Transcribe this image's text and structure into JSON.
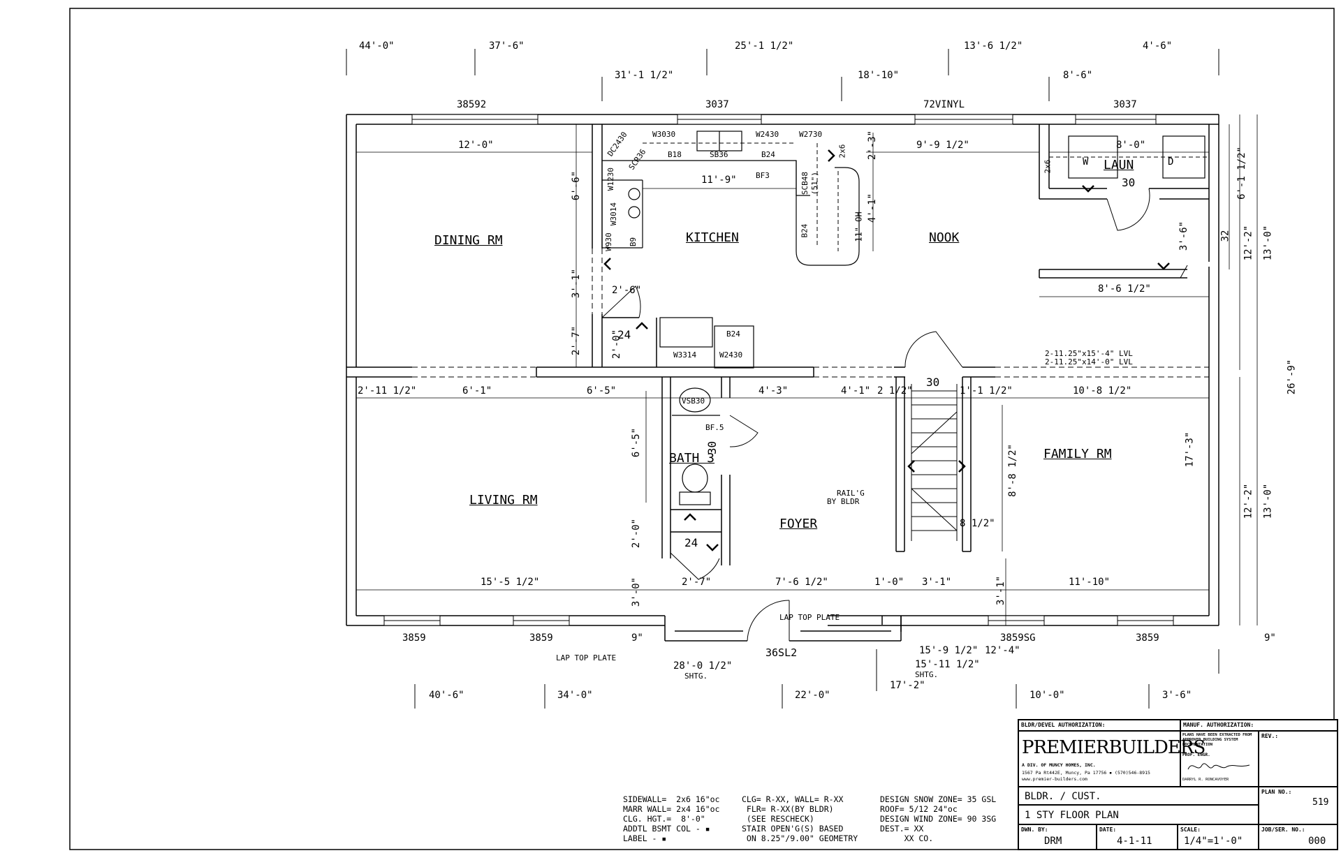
{
  "rooms": {
    "dining": "DINING RM",
    "kitchen": "KITCHEN",
    "nook": "NOOK",
    "laundry": "LAUN",
    "laundry_door": "30",
    "living": "LIVING RM",
    "bath": "BATH 3",
    "foyer": "FOYER",
    "family": "FAMILY RM"
  },
  "top_dims_row1": [
    "44'-0\"",
    "37'-6\"",
    "25'-1 1/2\"",
    "13'-6 1/2\"",
    "4'-6\""
  ],
  "top_dims_row2": [
    "31'-1 1/2\"",
    "18'-10\"",
    "8'-6\""
  ],
  "top_windows": [
    "38592",
    "3037",
    "72VINYL",
    "3037"
  ],
  "bottom_windows": [
    "3859",
    "3859",
    "3859SG",
    "3859"
  ],
  "bottom_dims": [
    "40'-6\"",
    "34'-0\"",
    "22'-0\"",
    "10'-0\"",
    "3'-6\"",
    "17'-2\""
  ],
  "interior_dims": {
    "dining_width": "12'-0\"",
    "dining_depth": "6'-6\"",
    "hall_a": "3'-1\"",
    "hall_b": "2'-7\"",
    "hall_c": "2'-0\"",
    "door_a": "2'-6\"",
    "closet_a": "24",
    "kitchen_width": "11'-9\"",
    "nook_a": "2'-3\"",
    "nook_b": "4'-1\"",
    "nook_width": "9'-9 1/2\"",
    "laun_width": "8'-0\"",
    "laun_depth": "6'-1 1/2\"",
    "laun_door": "3'-6\"",
    "laun_door_b": "32",
    "hall_width": "8'-6 1/2\"",
    "right_a": "12'-2\"",
    "right_b": "13'-0\"",
    "right_total": "26'-9\"",
    "mid_a": "2'-11 1/2\"",
    "mid_b": "6'-1\"",
    "mid_c": "6'-5\"",
    "mid_d": "4'-3\"",
    "mid_e": "4'-1\"",
    "mid_f": "2 1/2\"",
    "mid_g": "1'-1 1/2\"",
    "mid_h": "10'-8 1/2\"",
    "bath_a": "6'-5\"",
    "bath_b": "2'-0\"",
    "bath_c": "3'-0\"",
    "closet_b": "24",
    "bath_door": "30",
    "stair_door": "30",
    "living_width": "15'-5 1/2\"",
    "foyer_a": "2'-7\"",
    "foyer_b": "7'-6 1/2\"",
    "foyer_c": "1'-0\"",
    "foyer_d": "3'-1\"",
    "foyer_e": "3'-1\"",
    "family_width": "11'-10\"",
    "stair_a": "8'-8 1/2\"",
    "stair_b": "8 1/2\"",
    "family_depth": "17'-3\"",
    "right_c": "12'-2\"",
    "right_d": "13'-0\"",
    "nine_a": "9\"",
    "nine_b": "9\"",
    "shtg_a": "28'-0 1/2\"",
    "shtg_b": "15'-9 1/2\"",
    "shtg_c": "15'-11 1/2\"",
    "shtg_d": "12'-4\"",
    "shtg": "SHTG.",
    "oh": "11\" OH",
    "door_36sl2": "36SL2"
  },
  "cabinets": {
    "dc2430": "DC2430",
    "scr36": "SCR36",
    "w3030": "W3030",
    "b18": "B18",
    "sb36": "SB36",
    "w2430": "W2430",
    "w2730": "W2730",
    "b24a": "B24",
    "bf3": "BF3",
    "w1230": "W1230",
    "w3014": "W3014",
    "w930": "W930",
    "b9": "B9",
    "scb48": "SCB48",
    "scb48b": "(51\")",
    "b24b": "B24",
    "two6": "2x6",
    "two6b": "2x6",
    "w": "W",
    "d": "D",
    "b24c": "B24",
    "w3314": "W3314",
    "w2430b": "W2430",
    "vsb30": "VSB30",
    "bf5": "BF.5"
  },
  "beams": [
    "2-11.25\"x15'-4\" LVL",
    "2-11.25\"x14'-0\" LVL"
  ],
  "callouts": {
    "railing": "RAIL'G",
    "railing_b": "BY BLDR",
    "lap_top_plate_a": "LAP TOP PLATE",
    "lap_top_plate_b": "LAP TOP PLATE"
  },
  "notes": {
    "col1": "SIDEWALL=  2x6 16\"oc\nMARR WALL= 2x4 16\"oc\nCLG. HGT.=  8'-0\"\nADDTL BSMT COL - ▪\nLABEL - ▪",
    "col2": "CLG= R-XX, WALL= R-XX\n FLR= R-XX(BY BLDR)\n (SEE RESCHECK)\nSTAIR OPEN'G(S) BASED\n ON 8.25\"/9.00\" GEOMETRY",
    "col3": "DESIGN SNOW ZONE= 35 GSL\nROOF= 5/12 24\"oc\nDESIGN WIND ZONE= 90 3SG\nDEST.= XX\n     XX CO."
  },
  "title_block": {
    "bldr_auth": "BLDR/DEVEL AUTHORIZATION:",
    "manuf_auth": "MANUF. AUTHORIZATION:",
    "company_a": "PREMIER",
    "company_b": "BUILDERS",
    "division": "A DIV. OF MUNCY HOMES, INC.",
    "address": "1567 Pa Rt442E, Muncy, Pa 17756  ▪ (570)546-8915",
    "website": "www.premier-builders.com",
    "extract_note": "PLANS HAVE BEEN EXTRACTED FROM APPROVED BUILDING SYSTEM DOCUMENTATION",
    "prof_engr": "PROF. ENGR.",
    "engineer": "DARRYL R. RONCAVOYER",
    "rev_label": "REV.:",
    "bldr_cust": "BLDR. / CUST.",
    "plan_title": "1 STY FLOOR PLAN",
    "plan_no_label": "PLAN NO.:",
    "plan_no": "519",
    "drawn_by_label": "DWN. BY:",
    "drawn_by": "DRM",
    "date_label": "DATE:",
    "date": "4-1-11",
    "scale_label": "SCALE:",
    "scale": "1/4\"=1'-0\"",
    "job_label": "JOB/SER. NO.:",
    "job_no": "000"
  }
}
